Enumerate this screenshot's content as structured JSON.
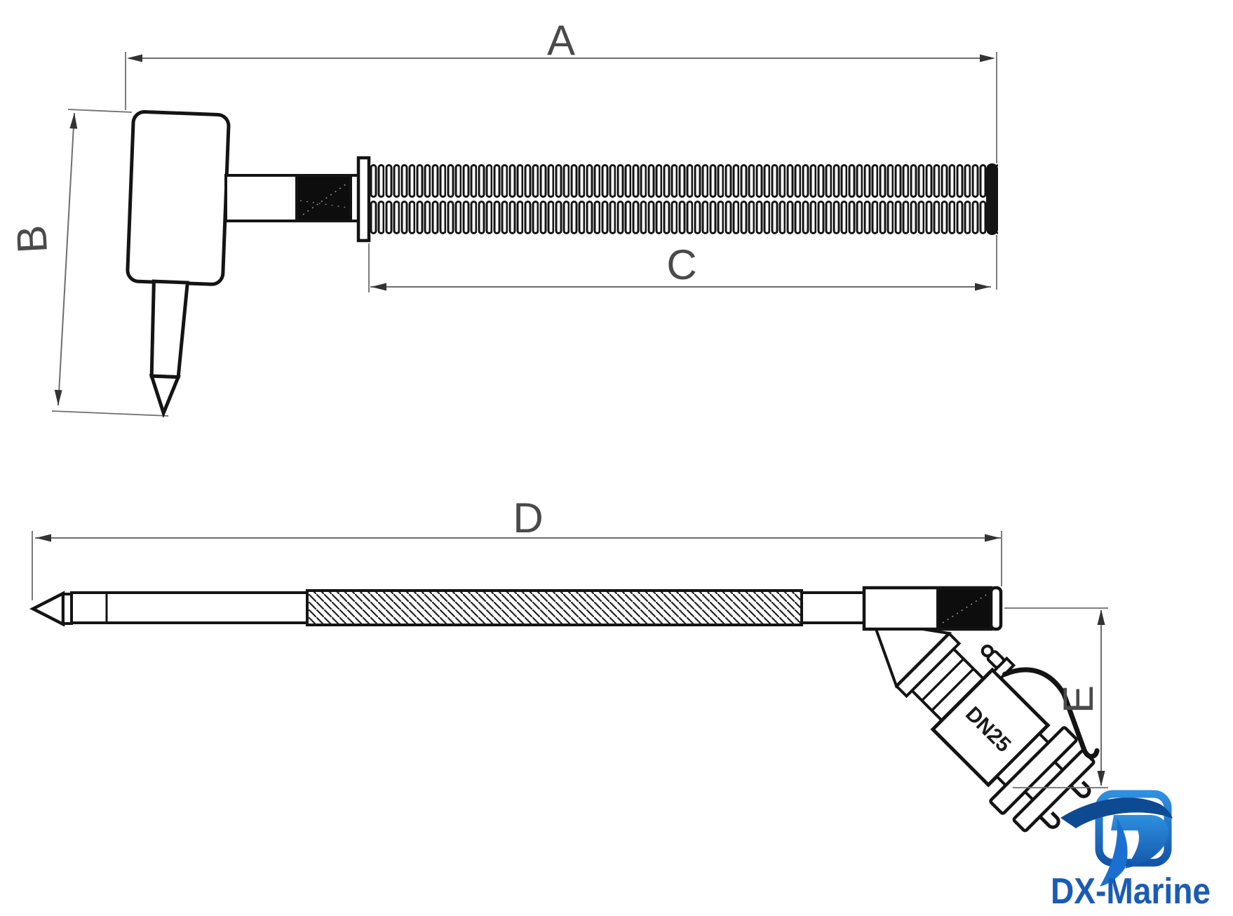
{
  "dimensions": {
    "a": "A",
    "b": "B",
    "c": "C",
    "d": "D",
    "e": "E"
  },
  "coupling": {
    "size_label": "DN25"
  },
  "brand": {
    "name": "DX-Marine"
  },
  "colors": {
    "outline": "#141414",
    "dimension_lines": "#6e6e6e",
    "dimension_labels": "#4a4a4a",
    "brand_blue": "#1a5cb5",
    "brand_dark_blue": "#0e4a92",
    "background": "#ffffff",
    "filled_sections": "#0d0d0d"
  }
}
